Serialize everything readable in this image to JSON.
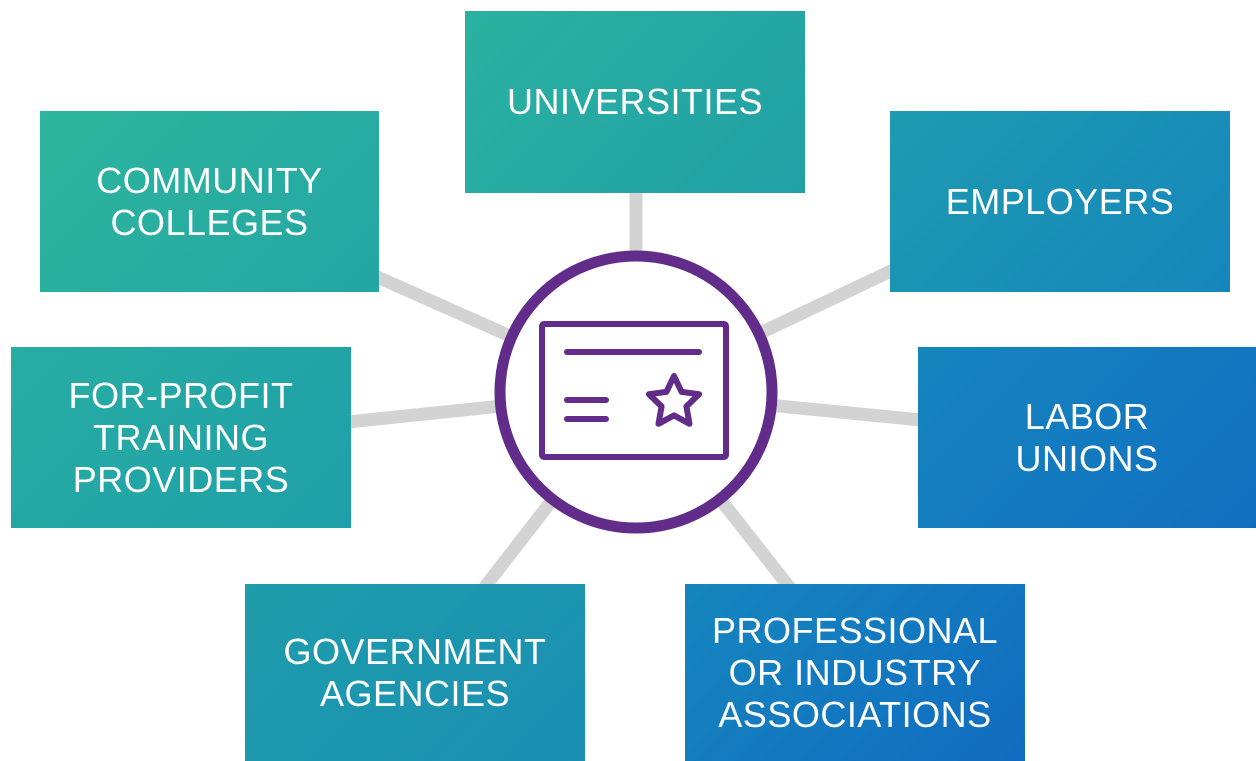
{
  "center": {
    "icon": "certificate-star-icon",
    "ring_color": "#622d8a",
    "fill_color": "#ffffff"
  },
  "connector_color": "#d3d3d3",
  "nodes": {
    "universities": "UNIVERSITIES",
    "community_colleges": "COMMUNITY\nCOLLEGES",
    "employers": "EMPLOYERS",
    "for_profit": "FOR-PROFIT\nTRAINING\nPROVIDERS",
    "labor_unions": "LABOR\nUNIONS",
    "government_agencies": "GOVERNMENT\nAGENCIES",
    "professional_associations": "PROFESSIONAL\nOR INDUSTRY\nASSOCIATIONS"
  }
}
